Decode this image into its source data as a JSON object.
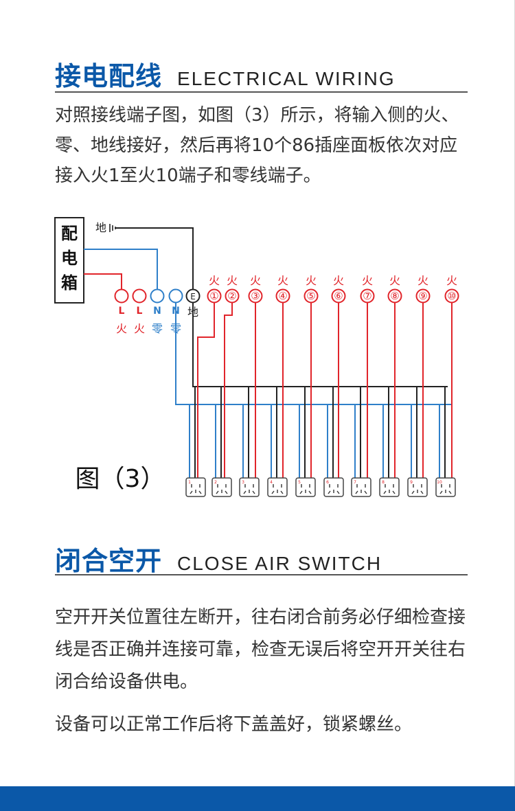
{
  "wiring": {
    "title_cn": "接电配线",
    "title_en": "ELECTRICAL WIRING",
    "text": "对照接线端子图，如图（3）所示，将输入侧的火、零、地线接好，然后再将10个86插座面板依次对应接入火1至火10端子和零线端子。"
  },
  "diagram": {
    "box_chars": [
      "配",
      "电",
      "箱"
    ],
    "ground_label": "地",
    "inputs": [
      {
        "letter": "L",
        "label": "火"
      },
      {
        "letter": "L",
        "label": "火"
      },
      {
        "letter": "N",
        "label": "零"
      },
      {
        "letter": "N",
        "label": "零"
      }
    ],
    "earth_symbol": "E",
    "earth_label": "地",
    "fire_label": "火",
    "outputs": [
      "①",
      "②",
      "③",
      "④",
      "⑤",
      "⑥",
      "⑦",
      "⑧",
      "⑨",
      "⑩"
    ],
    "socket_numbers": [
      "1",
      "2",
      "3",
      "4",
      "5",
      "6",
      "7",
      "8",
      "9",
      "10"
    ],
    "caption": "图（3）",
    "colors": {
      "live": "#e1242a",
      "neutral": "#2e7fc9",
      "earth": "#222222"
    }
  },
  "switch": {
    "title_cn": "闭合空开",
    "title_en": "CLOSE AIR SWITCH",
    "text1": "空开开关位置往左断开，往右闭合前务必仔细检查接线是否正确并连接可靠，检查无误后将空开开关往右闭合给设备供电。",
    "text2": "设备可以正常工作后将下盖盖好，锁紧螺丝。"
  }
}
